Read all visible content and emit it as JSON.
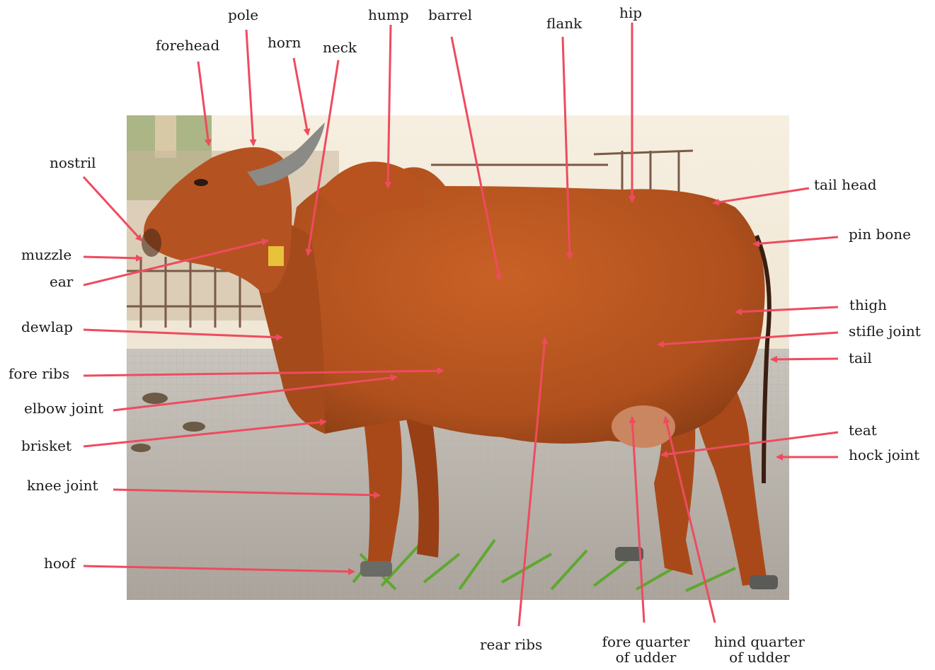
{
  "colors": {
    "arrow": "#ee4b5f",
    "coat": "#b8521f",
    "background": "#ffffff"
  },
  "photo": {
    "subject": "cow-photo"
  },
  "labels": {
    "pole": "pole",
    "hump": "hump",
    "barrel": "barrel",
    "hip": "hip",
    "forehead": "forehead",
    "horn": "horn",
    "neck": "neck",
    "flank": "flank",
    "nostril": "nostril",
    "tail_head": "tail head",
    "pin_bone": "pin bone",
    "muzzle": "muzzle",
    "ear": "ear",
    "thigh": "thigh",
    "dewlap": "dewlap",
    "stifle_joint": "stifle joint",
    "tail": "tail",
    "fore_ribs": "fore ribs",
    "elbow_joint": "elbow joint",
    "teat": "teat",
    "brisket": "brisket",
    "hock_joint": "hock joint",
    "knee_joint": "knee joint",
    "hoof": "hoof",
    "rear_ribs": "rear ribs",
    "fore_quarter_line1": "fore quarter",
    "fore_quarter_line2": "of udder",
    "hind_quarter_line1": "hind quarter",
    "hind_quarter_line2": "of udder"
  }
}
